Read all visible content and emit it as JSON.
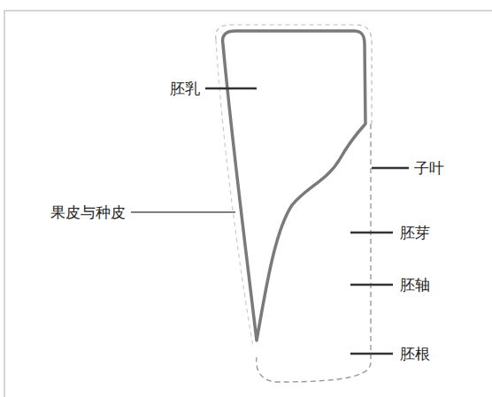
{
  "diagram": {
    "labels": [
      "胚乳",
      "果皮与种皮",
      "子叶",
      "胚芽",
      "胚轴",
      "胚根"
    ]
  }
}
